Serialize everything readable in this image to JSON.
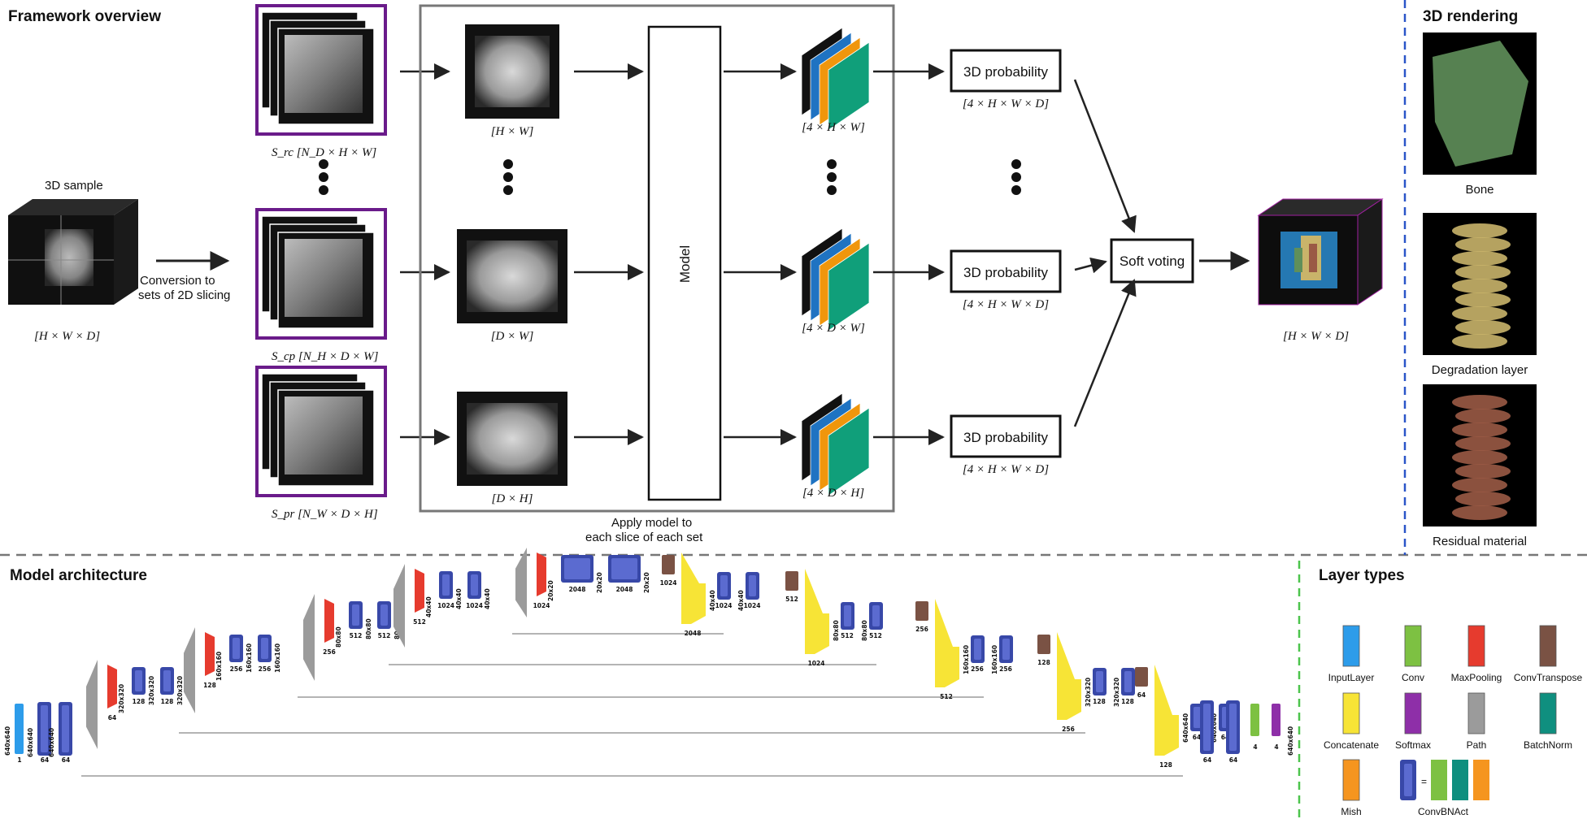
{
  "sections": {
    "framework": "Framework overview",
    "rendering": "3D rendering",
    "architecture": "Model architecture",
    "layer_types": "Layer types"
  },
  "sample": {
    "title": "3D sample",
    "dims": "[H × W × D]",
    "conversion_line1": "Conversion to",
    "conversion_line2": "sets of 2D slicing"
  },
  "slice_sets": [
    {
      "label": "S_rc [N_D × H × W]",
      "slice_dims": "[H × W]",
      "out_dims": "[4 × H × W]"
    },
    {
      "label": "S_cp [N_H × D × W]",
      "slice_dims": "[D × W]",
      "out_dims": "[4 × D × W]"
    },
    {
      "label": "S_pr [N_W × D × H]",
      "slice_dims": "[D × H]",
      "out_dims": "[4 × D × H]"
    }
  ],
  "model": {
    "label": "Model",
    "caption_line1": "Apply model to",
    "caption_line2": "each slice of each set"
  },
  "probability": {
    "label": "3D probability",
    "dims": "[4 × H × W × D]"
  },
  "voting": {
    "label": "Soft voting"
  },
  "result": {
    "dims": "[H × W × D]"
  },
  "renders": [
    {
      "label": "Bone",
      "color": "#5f8f5a"
    },
    {
      "label": "Degradation layer",
      "color": "#c9b46a"
    },
    {
      "label": "Residual material",
      "color": "#9a5a45"
    }
  ],
  "colors": {
    "input": "#2d9cea",
    "conv": "#7dc142",
    "maxpool": "#e63b2e",
    "convtranspose": "#7a5244",
    "concatenate": "#f7e436",
    "softmax": "#8e2fa8",
    "path": "#9b9b9b",
    "batchnorm": "#0f8f7f",
    "mish": "#f5951f",
    "convbnact": "#3848a8",
    "purple_frame": "#6a1b8a",
    "blue_dash": "#2a55c8",
    "green_dash": "#4cc44c",
    "gray_dash": "#777777",
    "channel_black": "#111111",
    "channel_blue": "#1f73c2",
    "channel_orange": "#f0960c",
    "channel_green": "#109f7a"
  },
  "legend": [
    {
      "name": "InputLayer",
      "key": "input"
    },
    {
      "name": "Conv",
      "key": "conv"
    },
    {
      "name": "MaxPooling",
      "key": "maxpool"
    },
    {
      "name": "ConvTranspose",
      "key": "convtranspose"
    },
    {
      "name": "Concatenate",
      "key": "concatenate"
    },
    {
      "name": "Softmax",
      "key": "softmax"
    },
    {
      "name": "Path",
      "key": "path"
    },
    {
      "name": "BatchNorm",
      "key": "batchnorm"
    },
    {
      "name": "Mish",
      "key": "mish"
    },
    {
      "name": "ConvBNAct",
      "key": "convbnact"
    }
  ],
  "arch": {
    "levels": [
      {
        "dim": "640x640",
        "ch": "64"
      },
      {
        "dim": "320x320",
        "ch": "128"
      },
      {
        "dim": "160x160",
        "ch": "256"
      },
      {
        "dim": "80x80",
        "ch": "512"
      },
      {
        "dim": "40x40",
        "ch": "1024"
      },
      {
        "dim": "20x20",
        "ch": "2048"
      }
    ],
    "input_ch": "1",
    "output_ch": "4",
    "dec_concat_ch": [
      "2048",
      "1024",
      "512",
      "256",
      "128"
    ]
  }
}
